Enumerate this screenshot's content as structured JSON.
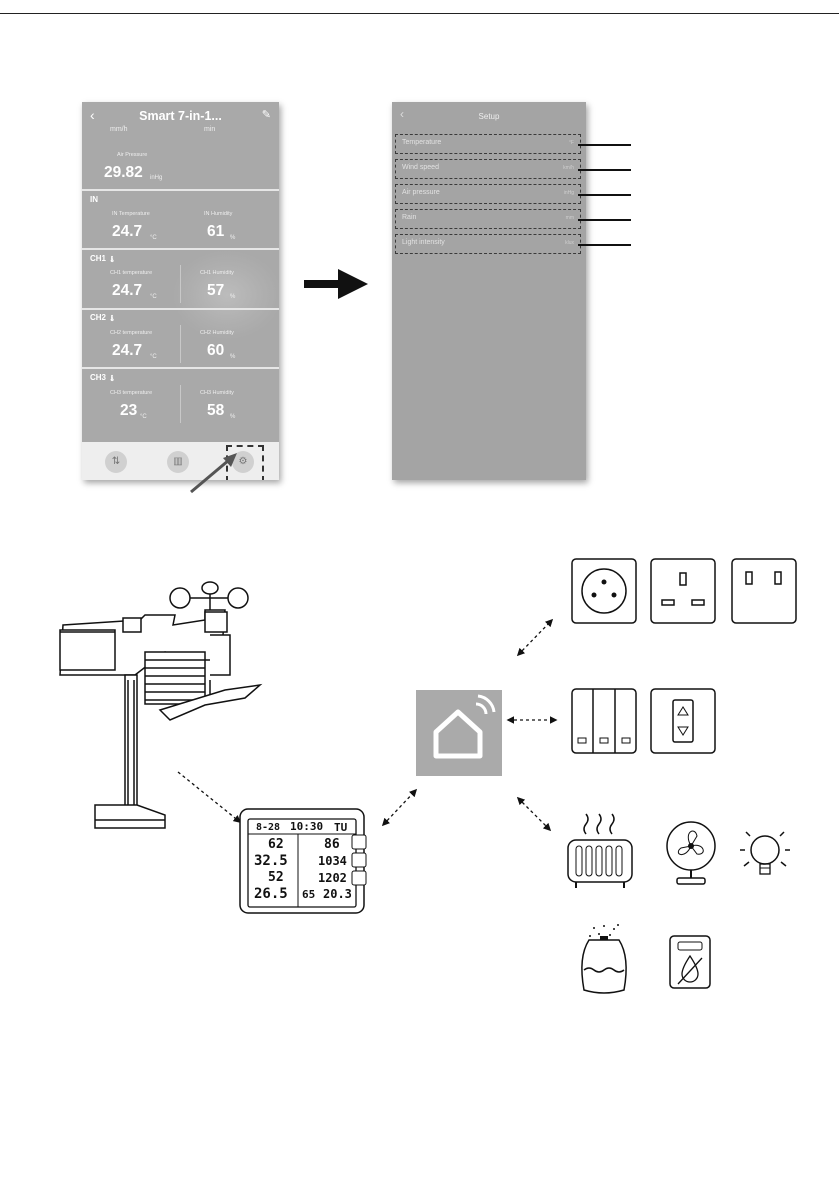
{
  "phone_left": {
    "nav": {
      "back_icon": "chevron-left-icon",
      "title": "Smart 7-in-1...",
      "edit_icon": "edit-icon"
    },
    "cut_units": [
      "mm/h",
      "min"
    ],
    "air_pressure": {
      "label": "Air Pressure",
      "value": "29.82",
      "unit": "inHg"
    },
    "sections": [
      {
        "name": "IN",
        "left_label": "IN Temperature",
        "left_value": "24.7",
        "left_unit": "°C",
        "right_label": "IN Humidity",
        "right_value": "61",
        "right_unit": "%"
      },
      {
        "name": "CH1",
        "left_label": "CH1 temperature",
        "left_value": "24.7",
        "left_unit": "°C",
        "right_label": "CH1 Humidity",
        "right_value": "57",
        "right_unit": "%"
      },
      {
        "name": "CH2",
        "left_label": "CH2 temperature",
        "left_value": "24.7",
        "left_unit": "°C",
        "right_label": "CH2 Humidity",
        "right_value": "60",
        "right_unit": "%"
      },
      {
        "name": "CH3",
        "left_label": "CH3 temperature",
        "left_value": "23",
        "left_unit": "°C",
        "right_label": "CH3 Humidity",
        "right_value": "58",
        "right_unit": "%"
      }
    ],
    "tabs": [
      {
        "icon": "switch-arrows-icon"
      },
      {
        "icon": "chart-icon"
      },
      {
        "icon": "gear-icon"
      }
    ]
  },
  "phone_right": {
    "nav": {
      "back_icon": "chevron-left-icon",
      "title": "Setup"
    },
    "items": [
      {
        "label": "Temperature",
        "value": "°F"
      },
      {
        "label": "Wind speed",
        "value": "km/h"
      },
      {
        "label": "Air pressure",
        "value": "inHg"
      },
      {
        "label": "Rain",
        "value": "mm"
      },
      {
        "label": "Light intensity",
        "value": "klux"
      }
    ]
  },
  "console": {
    "row1": {
      "date": "8-28",
      "time": "10:30",
      "day": "TU"
    },
    "row2": {
      "left": "62",
      "right": "86"
    },
    "row3": {
      "left": "32.5",
      "right": "1034"
    },
    "row4": {
      "left": "52",
      "right": "1202"
    },
    "row5": {
      "left": "26.5",
      "mid": "65",
      "right": "20.3"
    }
  },
  "colors": {
    "screen_gray": "#a9a9a9",
    "tab_bar": "#eeeeee",
    "accent_dark": "#111111"
  },
  "icons": [
    "arrow-right-icon",
    "pointer-arrow-icon",
    "weather-station-icon",
    "smart-home-hub-icon",
    "socket-schuko-icon",
    "socket-uk-icon",
    "socket-us-icon",
    "triple-switch-icon",
    "blind-switch-icon",
    "heater-icon",
    "fan-icon",
    "light-bulb-icon",
    "humidifier-icon",
    "dehumidifier-icon"
  ]
}
